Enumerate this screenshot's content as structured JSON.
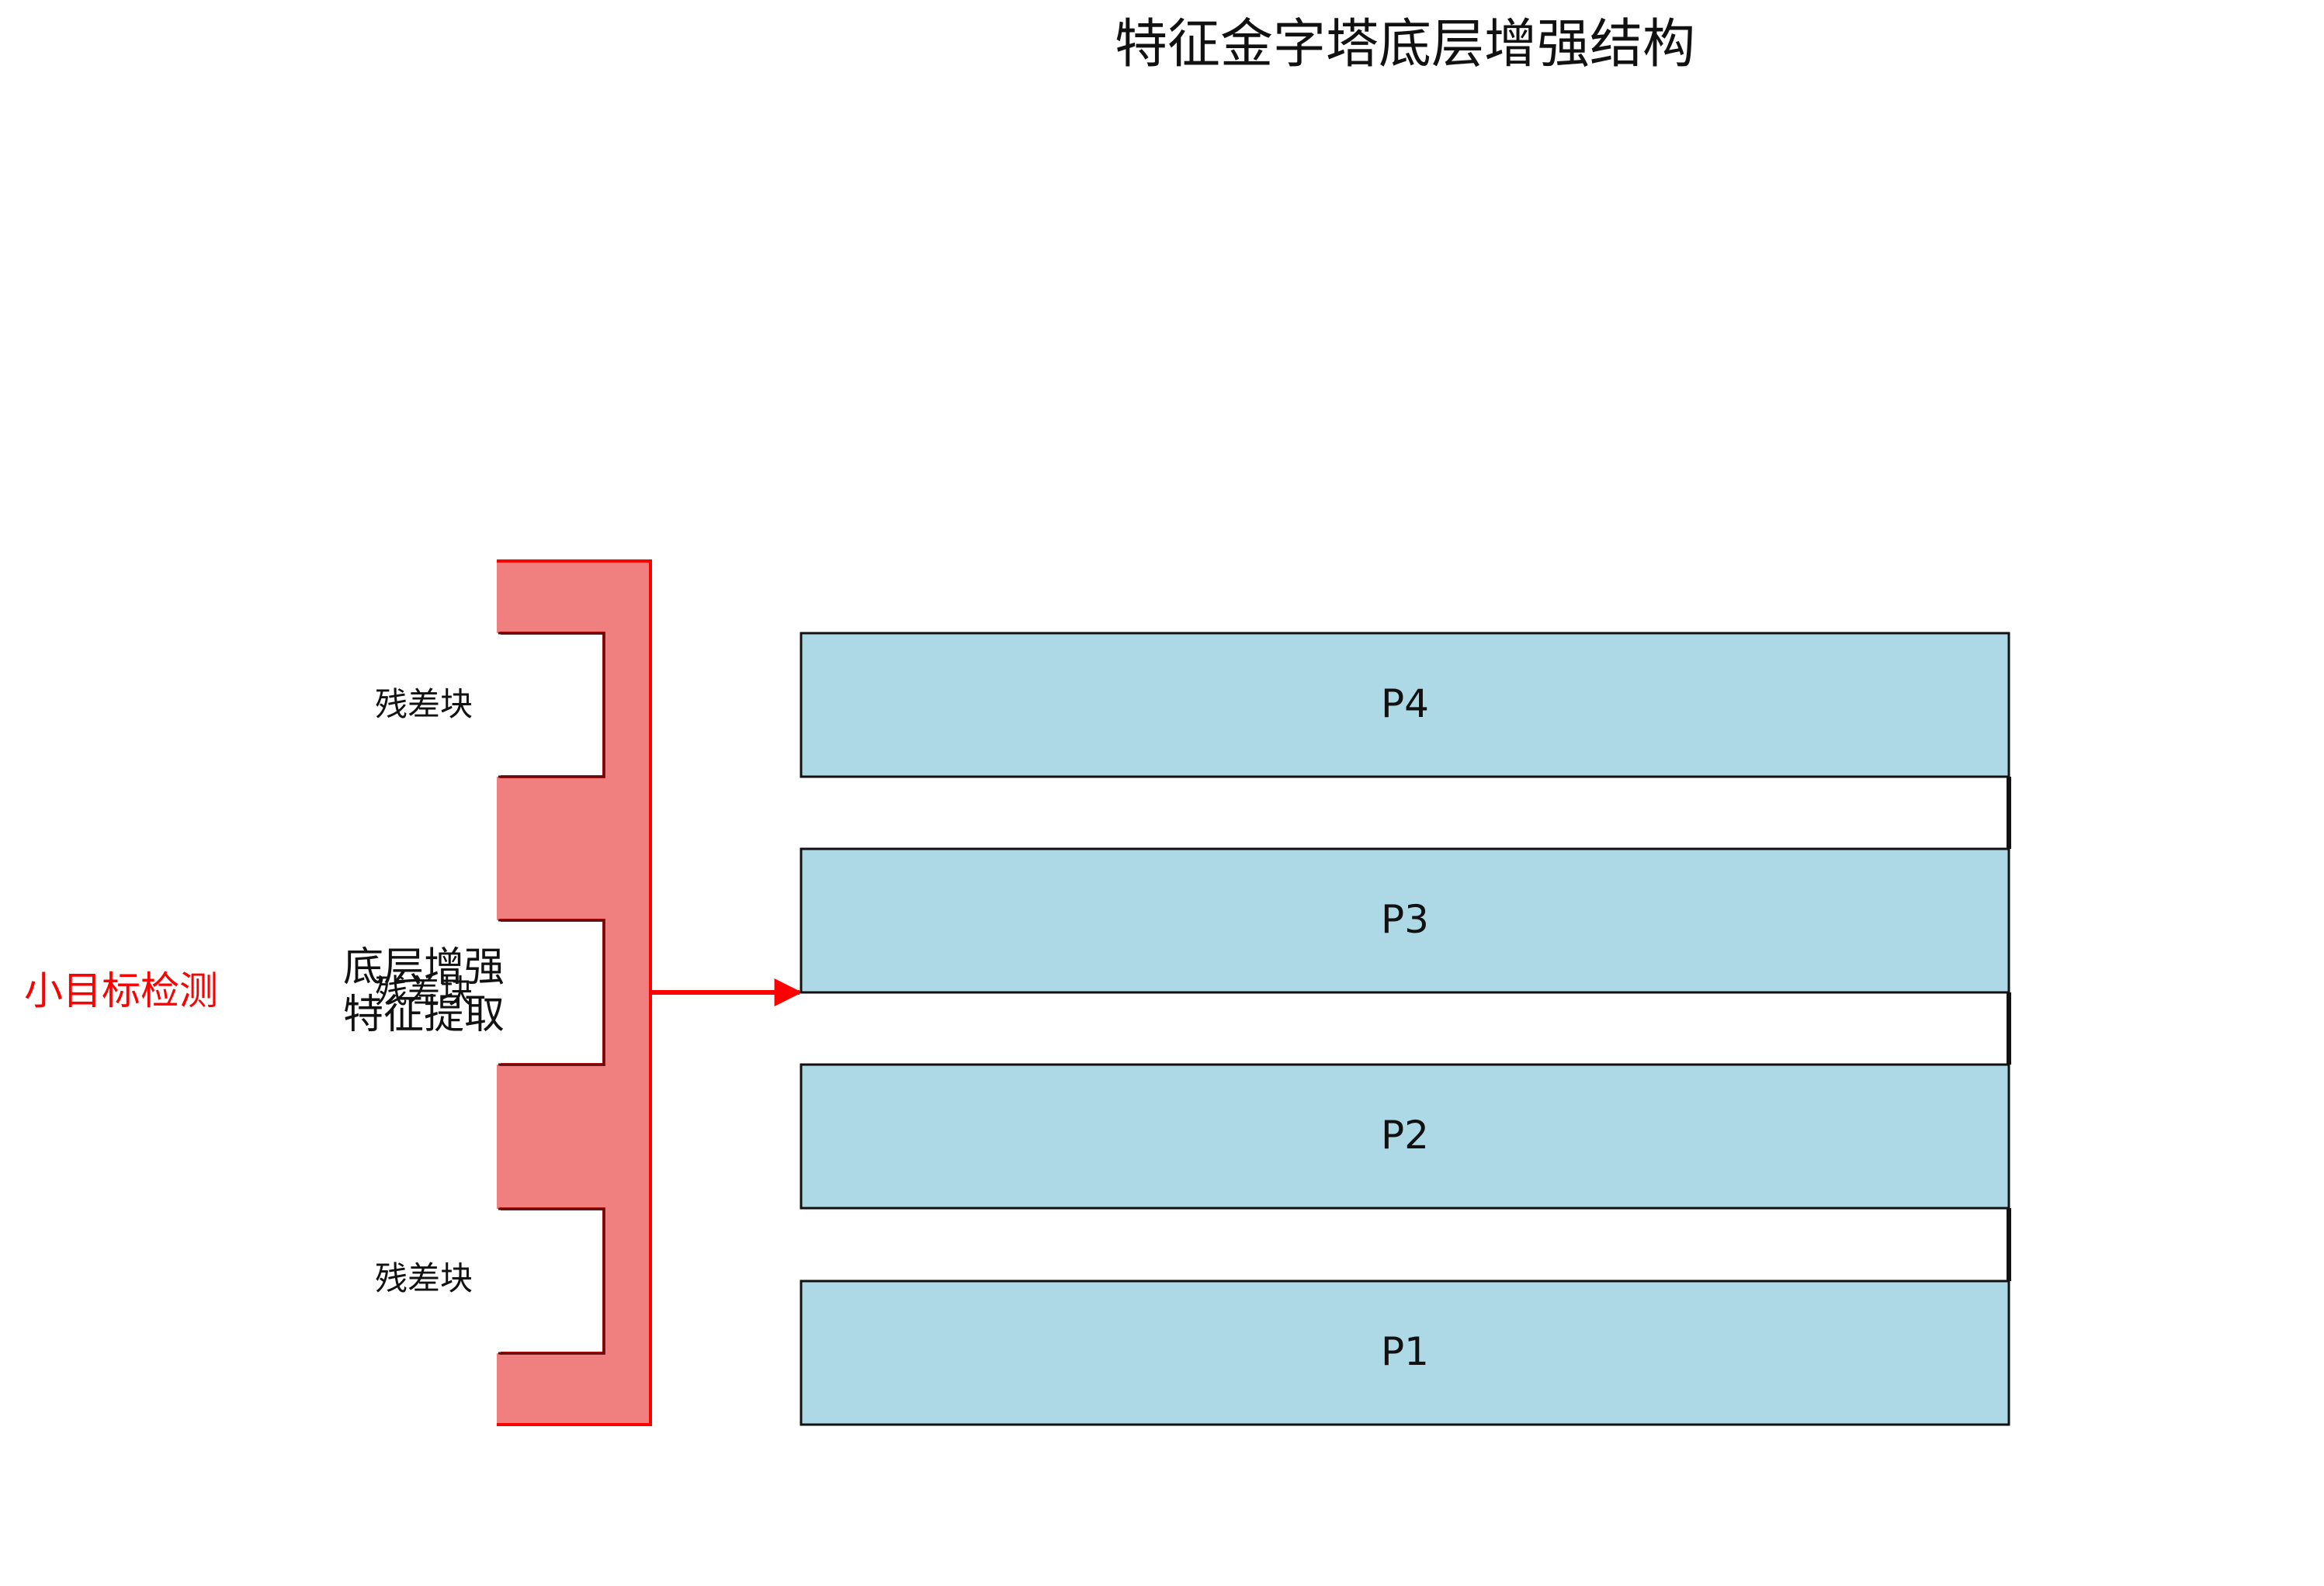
{
  "title": "特征金字塔底层增强结构",
  "pyramid_levels": [
    {
      "label": "P4"
    },
    {
      "label": "P3"
    },
    {
      "label": "P2"
    },
    {
      "label": "P1"
    }
  ],
  "enhancement_module": {
    "label_line1": "底层增强",
    "label_line2": "特征提取",
    "residual_blocks": [
      {
        "label": "残差块"
      },
      {
        "label": "残差块"
      },
      {
        "label": "残差块"
      }
    ]
  },
  "output": {
    "label": "小目标检测"
  },
  "colors": {
    "level_fill": "#add8e6",
    "level_stroke": "#111111",
    "module_fill": "#f08080",
    "module_stroke": "#ff0000",
    "arrow": "#ff0000",
    "output_text": "#ff0000"
  }
}
